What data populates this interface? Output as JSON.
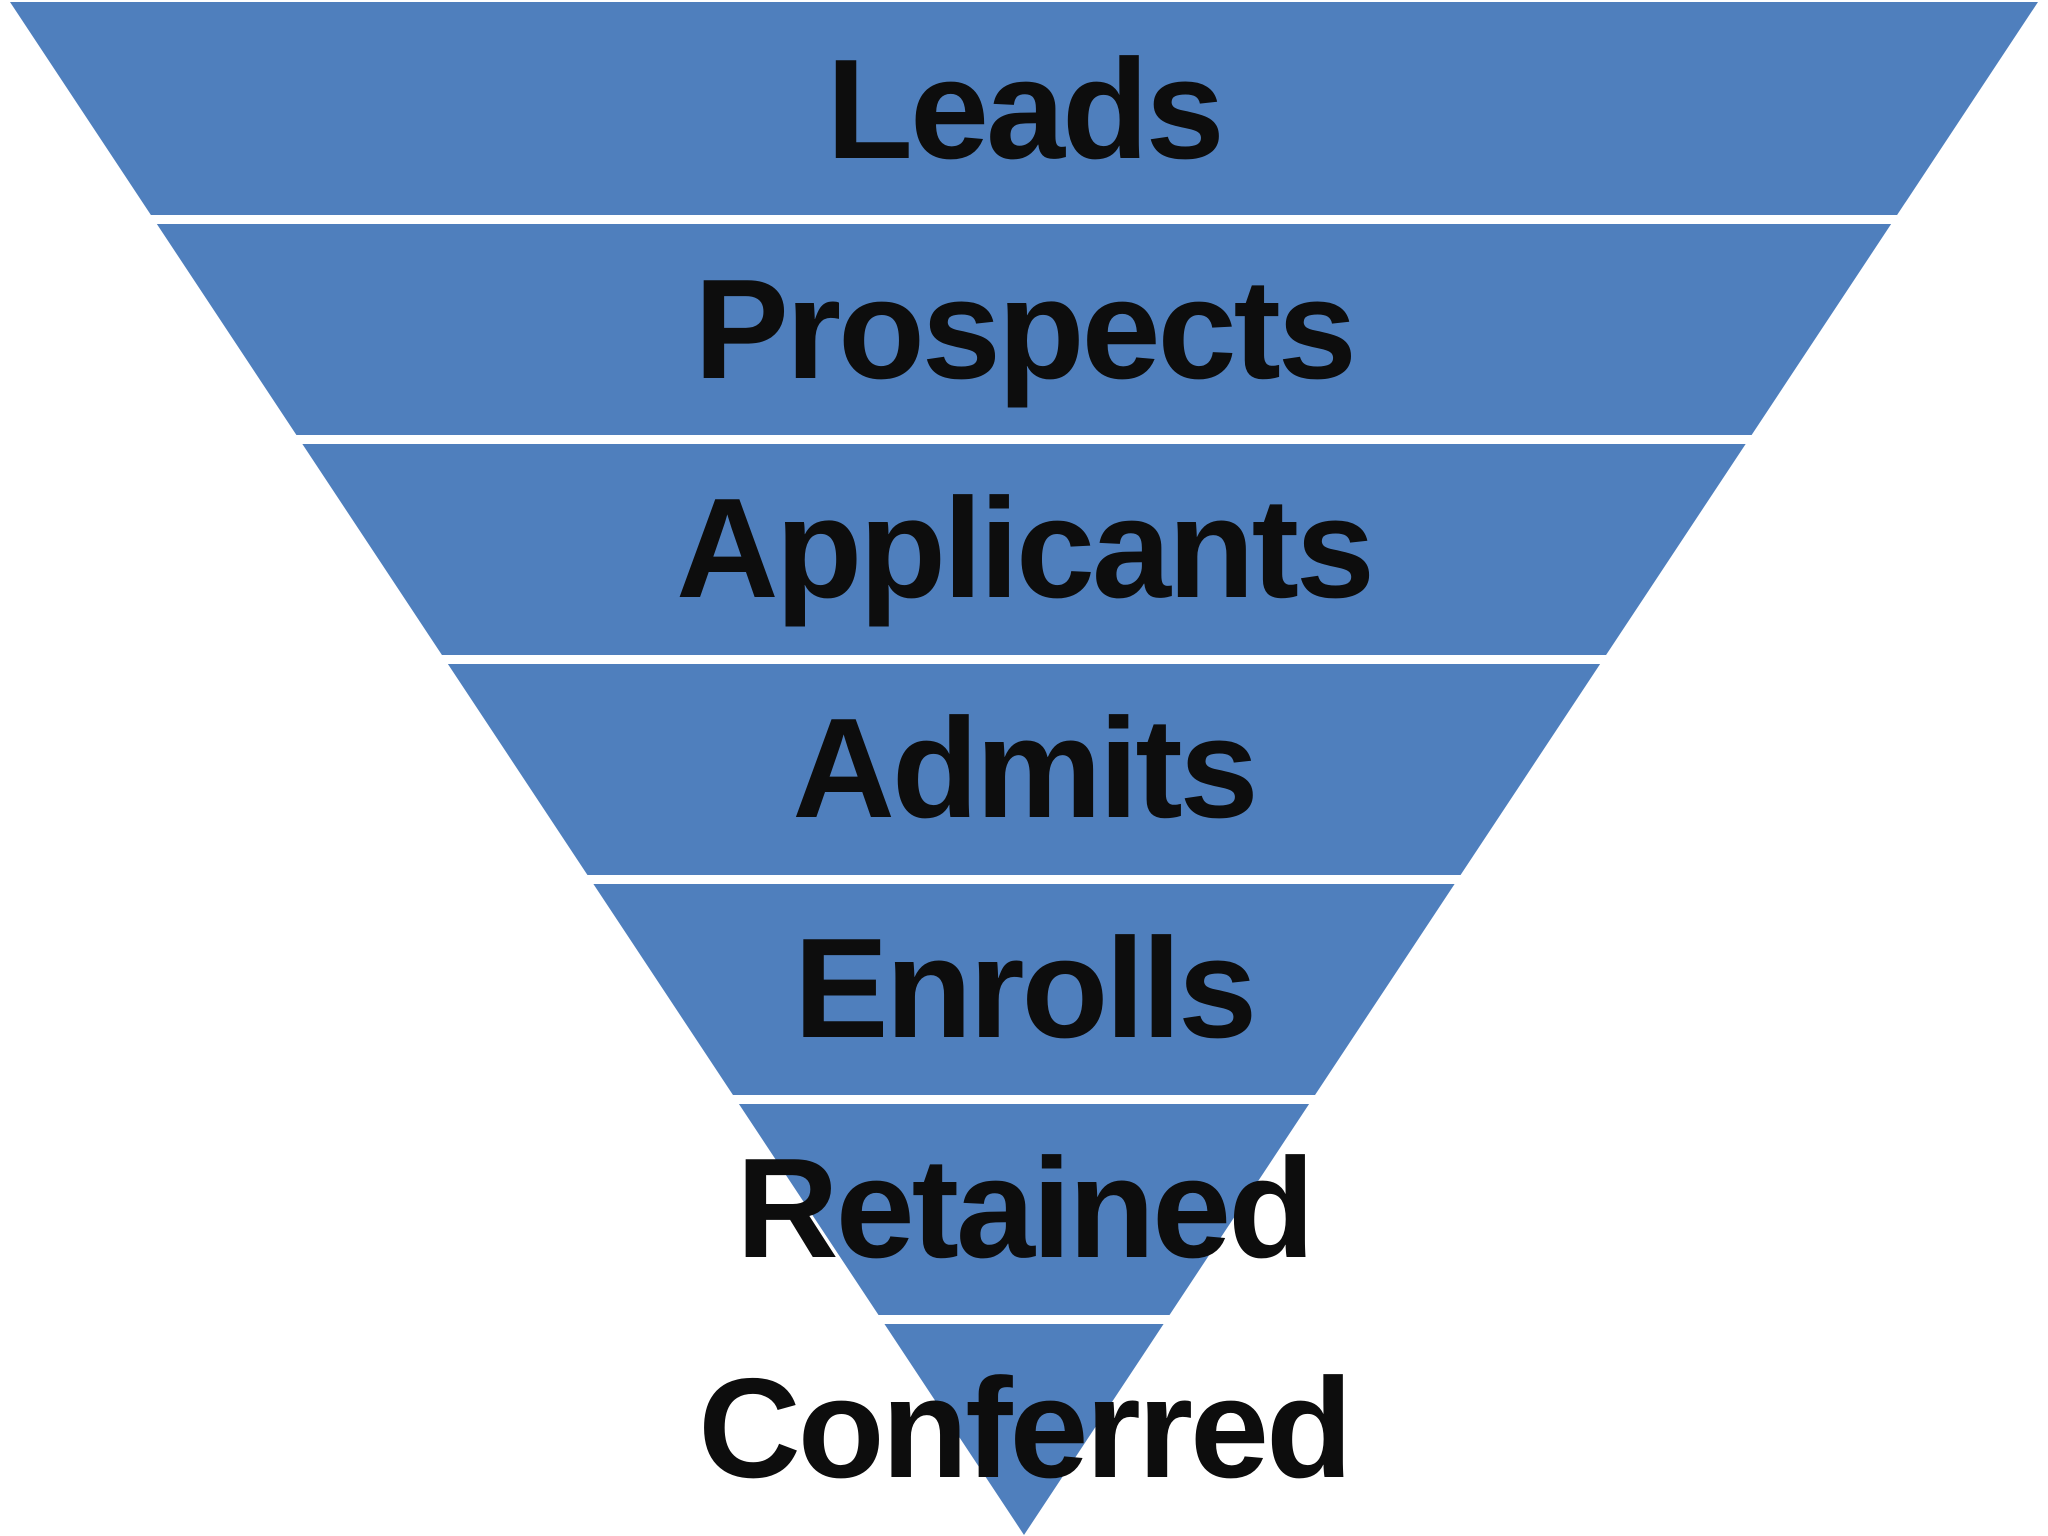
{
  "diagram": {
    "kind": "inverted-pyramid-funnel",
    "levels": [
      {
        "label": "Leads"
      },
      {
        "label": "Prospects"
      },
      {
        "label": "Applicants"
      },
      {
        "label": "Admits"
      },
      {
        "label": "Enrolls"
      },
      {
        "label": "Retained"
      },
      {
        "label": "Conferred"
      }
    ],
    "colors": {
      "segment_fill": "#4F7FBD",
      "divider": "#FFFFFF",
      "label_text": "#0D0D0D",
      "background": "#FFFFFF"
    }
  }
}
